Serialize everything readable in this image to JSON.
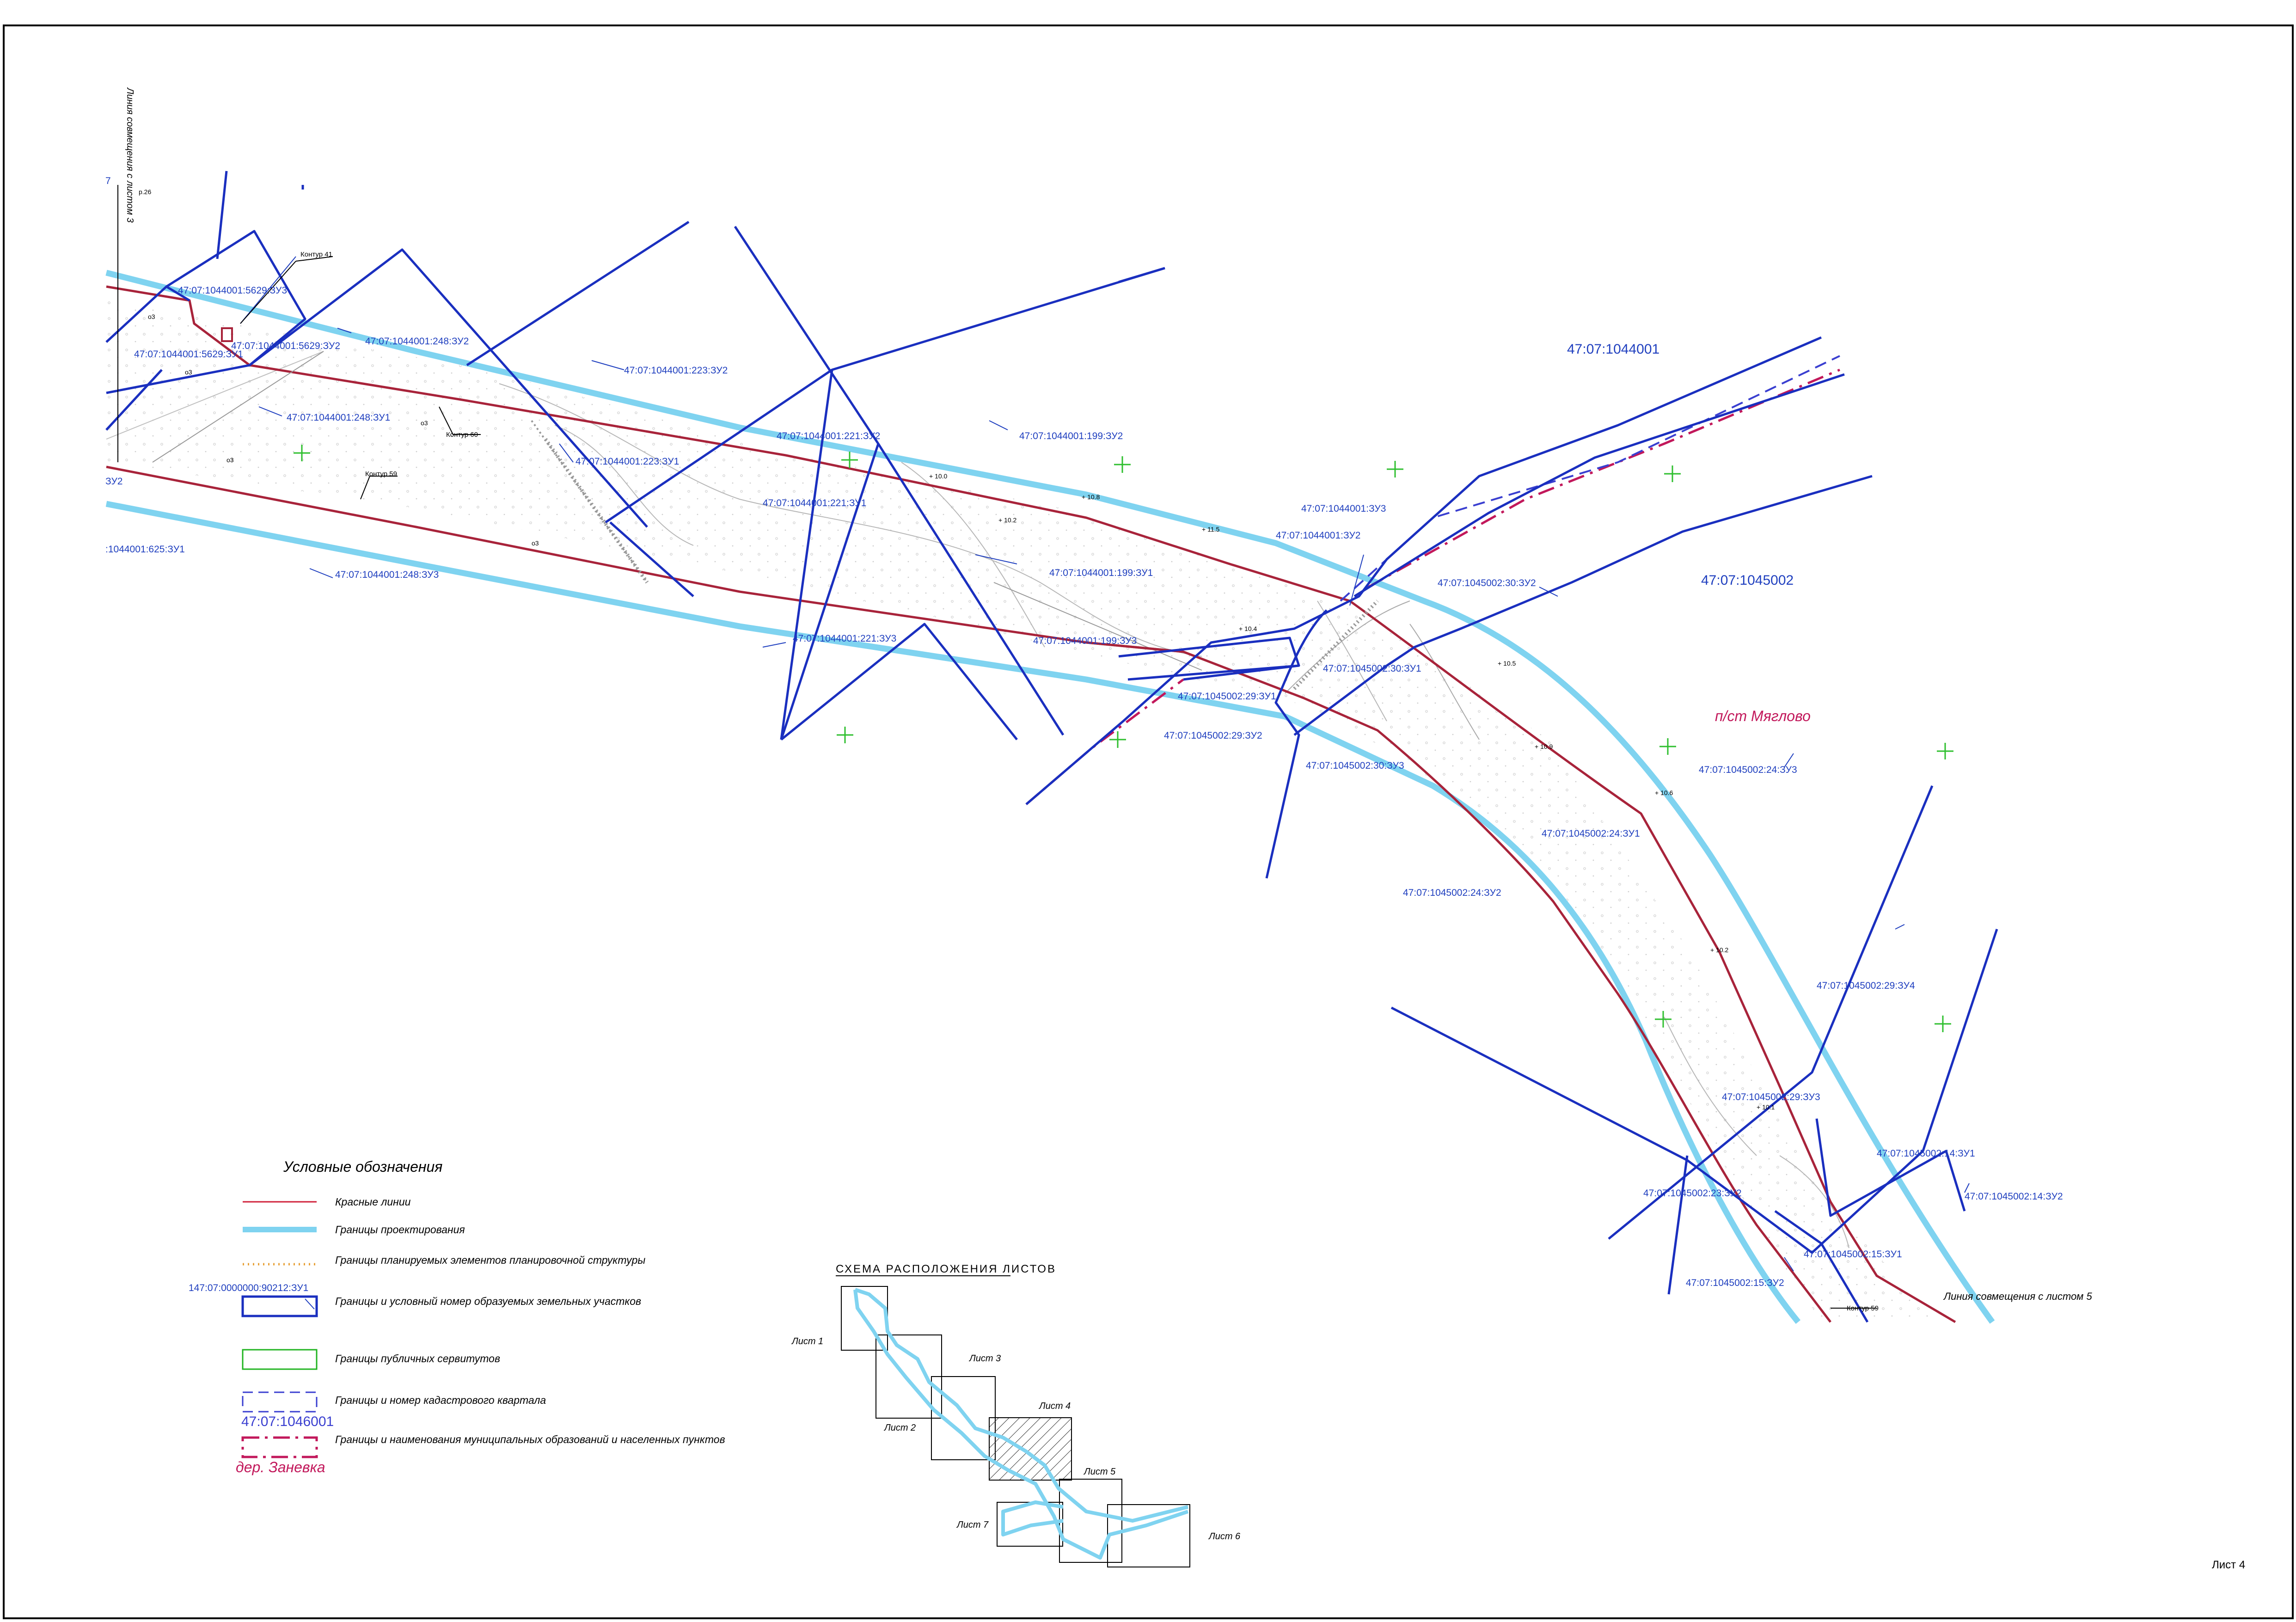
{
  "sheet": {
    "number_label": "Лист 4",
    "side_note": "Линия совмещения с листом 3",
    "side_note_ref": "р.26",
    "match_line_bottom": "Линия совмещения с листом 5"
  },
  "quarters": {
    "q1": "47:07:1044001",
    "q2": "47:07:1045002"
  },
  "settlement": "п/ст Мяглово",
  "contours": {
    "c41": "Контур 41",
    "c60": "Контур 60",
    "c59a": "Контур 59",
    "c59b": "Контур 59"
  },
  "parcels": [
    "47:07:1044001:5629:ЗУ3",
    "47:07:1044001:5629:ЗУ2",
    "47:07:1044001:5629:ЗУ1",
    "47:07:1044001:248:ЗУ2",
    "47:07:1044001:248:ЗУ1",
    "47:07:1044001:248:ЗУ3",
    "47:07:1044001:223:ЗУ2",
    "47:07:1044001:223:ЗУ1",
    "47:07:1044001:221:ЗУ2",
    "47:07:1044001:221:ЗУ1",
    "47:07:1044001:221:ЗУ3",
    "47:07:1044001:199:ЗУ2",
    "47:07:1044001:199:ЗУ1",
    "47:07:1044001:199:ЗУ3",
    "47:07:1044001:ЗУ3",
    "47:07:1044001:ЗУ2",
    "47:07:1045002:30:ЗУ2",
    "47:07:1045002:30:ЗУ1",
    "47:07:1045002:30:ЗУ3",
    "47:07:1045002:29:ЗУ1",
    "47:07:1045002:29:ЗУ2",
    "47:07:1045002:29:ЗУ4",
    "47:07:1045002:29:ЗУ3",
    "47:07:1045002:23:ЗУ2",
    "47:07:1045002:24:ЗУ3",
    "47:07:1045002:24:ЗУ1",
    "47:07:1045002:24:ЗУ2",
    "47:07:1045002:14:ЗУ1",
    "47:07:1045002:14:ЗУ2",
    "47:07:1045002:15:ЗУ1",
    "47:07:1045002:15:ЗУ2",
    ":1044001:625:ЗУ1",
    "ЗУ2",
    "7"
  ],
  "legend": {
    "title": "Условные обозначения",
    "items": [
      {
        "text": "Красные линии",
        "color": "#d0203a"
      },
      {
        "text": "Границы проектирования",
        "color": "#7fd3f0"
      },
      {
        "text": "Границы планируемых элементов планировочной структуры",
        "color": "#e8a23a"
      },
      {
        "text": "Границы и условный номер образуемых земельных участков",
        "color": "#1f3fbf",
        "sample_label": "147:07:0000000:90212:ЗУ1"
      },
      {
        "text": "Границы публичных сервитутов",
        "color": "#22b422"
      },
      {
        "text": "Границы и номер кадастрового квартала",
        "color": "#3a3fd0",
        "sample_label": "47:07:1046001"
      },
      {
        "text": "Границы и наименования муниципальных образований и населенных пунктов",
        "color": "#c2185b",
        "sample_label": "дер. Заневка"
      }
    ]
  },
  "scheme": {
    "title": "СХЕМА РАСПОЛОЖЕНИЯ ЛИСТОВ",
    "sheets": [
      "Лист 1",
      "Лист 2",
      "Лист 3",
      "Лист 4",
      "Лист 5",
      "Лист 6",
      "Лист 7"
    ]
  },
  "colors": {
    "red_line": "#a8233a",
    "design_boundary": "#7fd3f0",
    "parcel": "#1a2fbf",
    "servitude_cross": "#2fbf2f",
    "label": "#1f3fbf"
  }
}
